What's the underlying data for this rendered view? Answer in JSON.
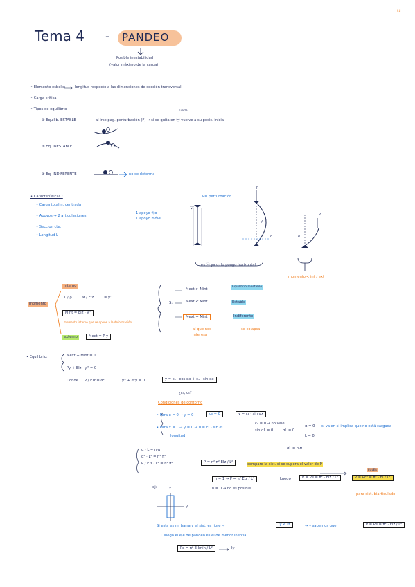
{
  "page_corner": "u",
  "title": {
    "tema": "Tema 4",
    "dash": "-",
    "name": "PANDEO",
    "sub1": "Posible inestabilidad",
    "sub2": "(valor máximo de la carga)"
  },
  "bullets": {
    "b1": "• Elemento esbelto",
    "b1b": "longitud respecto a las dimensiones de sección transversal",
    "b2": "• Carga crítica",
    "b3": "• Tipos de equilibrio"
  },
  "equilibrium": {
    "fuerza": "fuerza",
    "estable": "① Equilib. ESTABLE",
    "estable_desc": "al irse pag. perturbación (F) → si se quita en ⓔ vuelve a su posic. inicial",
    "inestable": "② Eq. INESTABLE",
    "indiferente": "③ Eq. INDIFERENTE",
    "indiferente_desc": "no se deforma"
  },
  "caracteristicas": {
    "head": "• Características :",
    "items": [
      "• Carga totalm. centrada",
      "• Apoyos → 2 articulaciones",
      "• Seccion cte.",
      "• Longitud L"
    ],
    "apoyo1": "1 apoyo fijo",
    "apoyo2": "1 apoyo móvil",
    "perturb": "P= perturbación",
    "p1": "P",
    "p2": "P",
    "y": "y",
    "c": "c",
    "e": "e",
    "fig_caption": "es ⓒ ya q: lo pongo horizontal",
    "momento": "momento",
    "momento_cmp": "< int / ext"
  },
  "momento": {
    "label": "momento",
    "interno": "interno",
    "externo": "externo",
    "frac_l": "1 / ρ",
    "frac_r": "M / EIz",
    "frac_eq": "= y''",
    "mint": "Mint = EIz · y''",
    "mint_note": "momento interno que se opone a la deformación",
    "mext": "Mext = P·y",
    "s": "S:",
    "r1": "Mext > Mint",
    "r1n": "Equilibrio Inestable",
    "r2": "Mext < Mint",
    "r2n": "Estable",
    "r3": "Mext = Mint",
    "r3n": "Indiferente",
    "n1": "al que nos",
    "n1b": "interesa",
    "n2": "se colapsa"
  },
  "equilibrio": {
    "head": "• Equilibrio:",
    "eq1": "Mext + Mint = 0",
    "eq2": "Py + EIz · y'' = 0",
    "donde": "Donde",
    "frac": "P / EIz = α²",
    "eq3": "y'' + α²y = 0",
    "sol": "y = c₀ · cos αx + c₁ · sin αx",
    "c_q": "¿c₀, c₁?",
    "cc": "Condiciones de contorno",
    "c1": "• Para x = 0 → y = 0",
    "c1r": "c₀ = 0",
    "c1b": "y = c₁ · sin αx",
    "c2": "• Para x = L → y = 0 → 0 = c₁ · sin αL",
    "longitud": "longitud",
    "c2a": "c₁ = 0 → no vale",
    "c2b": "sin αL = 0",
    "c2c": "αL = 0",
    "c2d": "αL = n·π",
    "c2e": "si valen sí implica que no está cargada",
    "c2f": "α = 0",
    "c2g": "L = 0",
    "n1": "α · L = n·π",
    "n2": "α² · L² = n² π²",
    "n3": "P / EIz · L² = n² π²",
    "pform": "P = n² π² EIz / L²",
    "comp": "comparo la sist. si se supera el valor de P",
    "pc1": "n = 1 → P = π² EIz / L²",
    "pc2": "n = 0 → no es posible",
    "luego": "Luego",
    "pe": "P = Pe = π² · EIz / L²",
    "euler": "EULER",
    "pcr": "P = Pcr = π² · EI / L²",
    "pcr_note": "para sist. biarticulado",
    "ej": "ej:",
    "z": "z",
    "y": "y",
    "libre": "Si esta es mi barra y el sist. es libre →",
    "iy": "Iy < Iz",
    "sabemos": "→ y sabemos que",
    "pe2": "P = Pe = π² · EIz / L²",
    "luego2": "L luego el eje de pandeo es el de menor inercia.",
    "pfinal": "Pe = π² E Imín / L²",
    "iy2": "Iy"
  }
}
